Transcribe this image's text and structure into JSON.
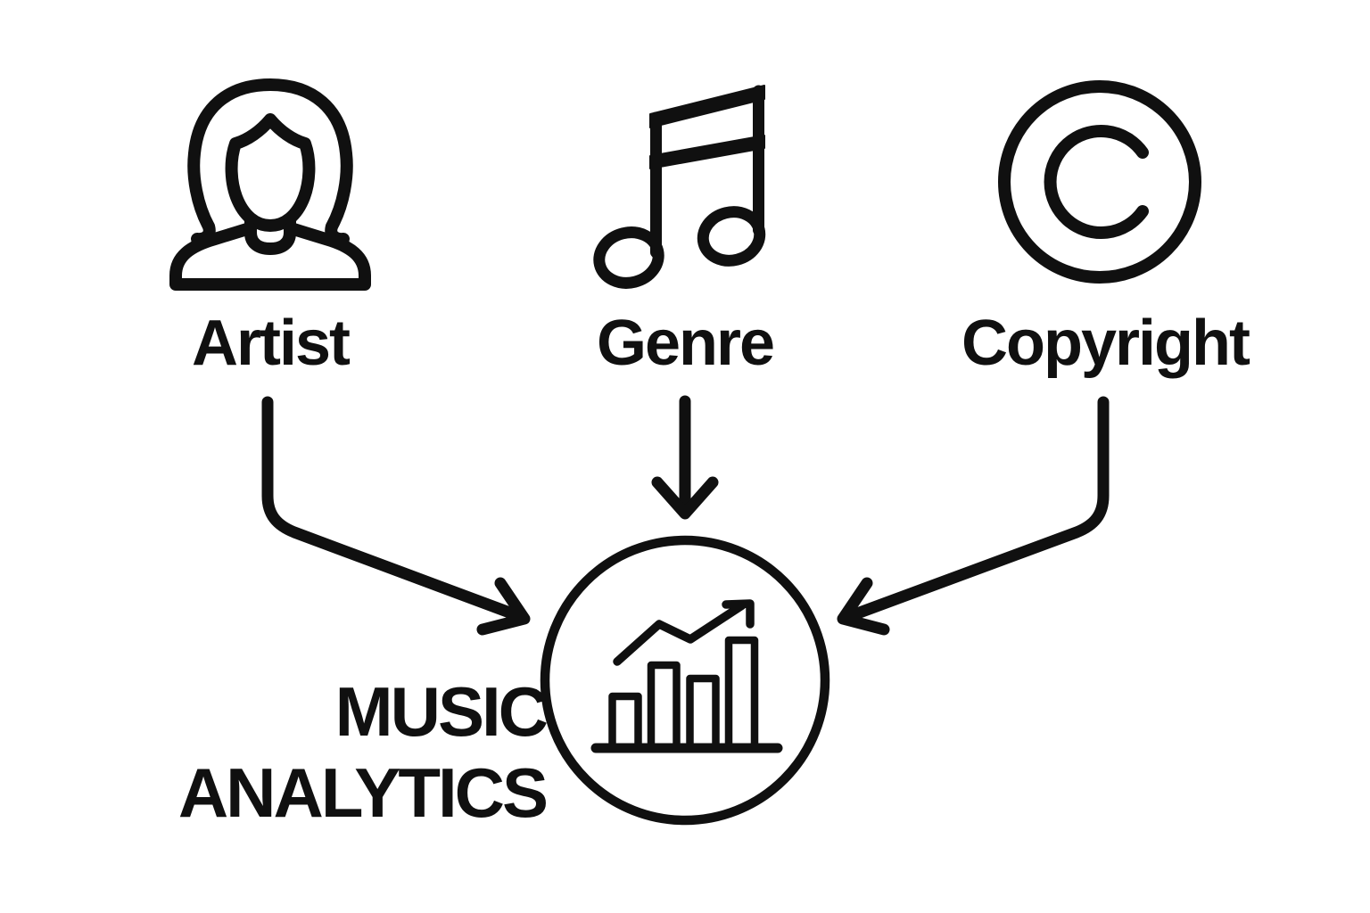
{
  "diagram": {
    "colors": {
      "background": "#ffffff",
      "ink": "#101010"
    },
    "nodes": [
      {
        "id": "artist",
        "label": "Artist",
        "icon": "woman-artist-icon"
      },
      {
        "id": "genre",
        "label": "Genre",
        "icon": "music-note-icon"
      },
      {
        "id": "copyright",
        "label": "Copyright",
        "icon": "copyright-symbol-icon"
      }
    ],
    "center": {
      "title_line1": "MUSIC",
      "title_line2": "ANALYTICS",
      "icon": "bar-chart-growth-icon"
    },
    "edges": [
      {
        "from": "Artist",
        "to": "Music Analytics"
      },
      {
        "from": "Genre",
        "to": "Music Analytics"
      },
      {
        "from": "Copyright",
        "to": "Music Analytics"
      }
    ]
  }
}
